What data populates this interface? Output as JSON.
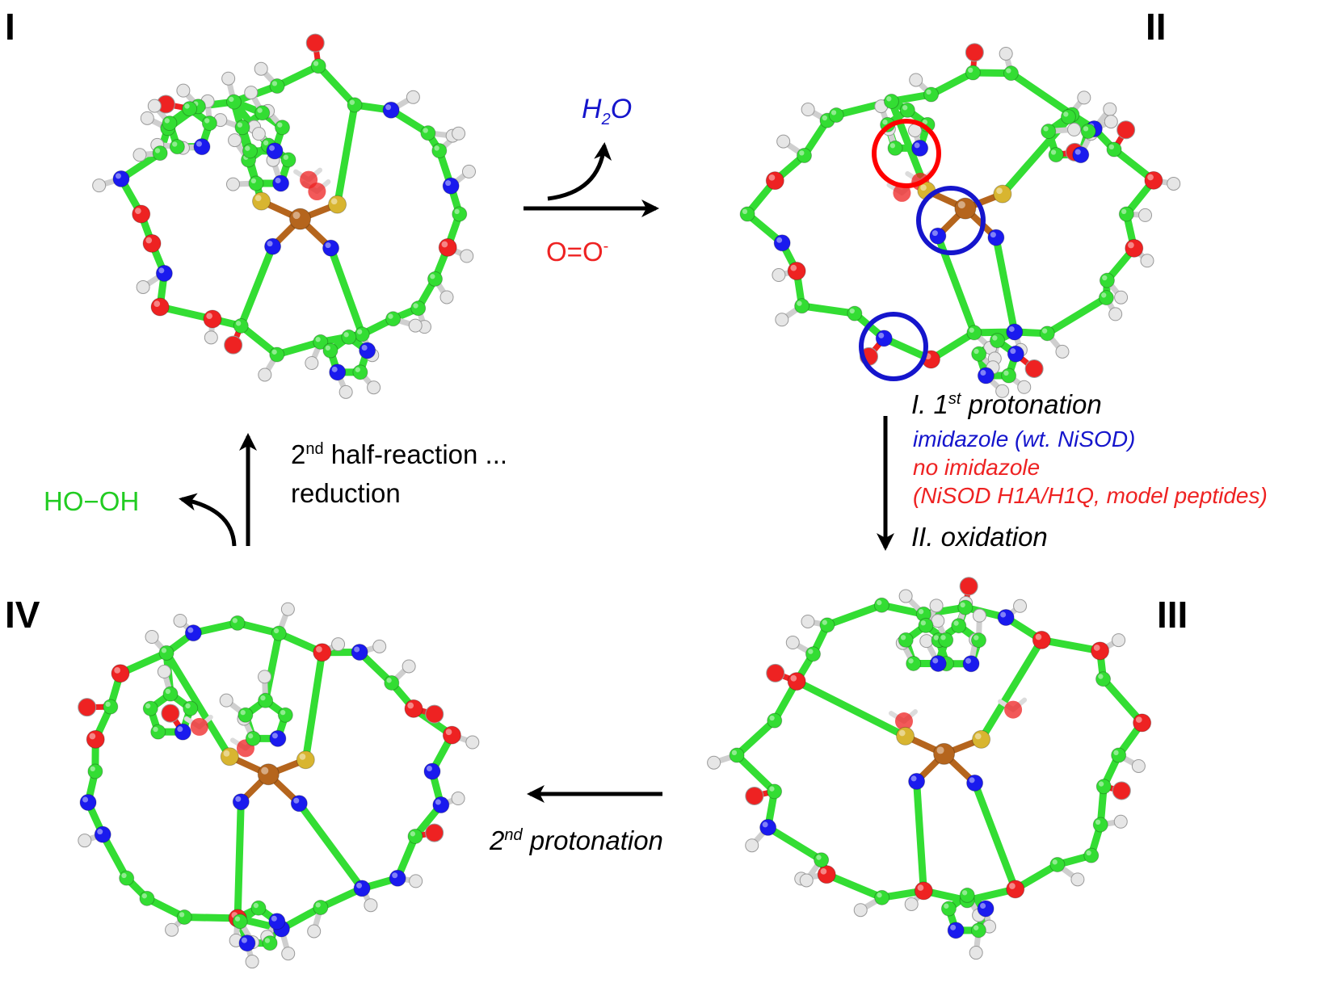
{
  "states": {
    "s1": {
      "label": "I"
    },
    "s2": {
      "label": "II"
    },
    "s3": {
      "label": "III"
    },
    "s4": {
      "label": "IV"
    }
  },
  "step1": {
    "product": "H",
    "product_sub": "2",
    "product_tail": "O",
    "reactant": "O=O",
    "reactant_sup": "-"
  },
  "step2": {
    "line1_a": "I. 1",
    "line1_sup": "st",
    "line1_b": " protonation",
    "line2": "imidazole (wt. NiSOD)",
    "line3": "no imidazole",
    "line4": "(NiSOD H1A/H1Q, model peptides)",
    "line5": "II. oxidation"
  },
  "step3": {
    "a": "2",
    "sup": "nd",
    "b": " protonation"
  },
  "step4": {
    "a": "2",
    "sup": "nd",
    "b": " half-reaction ...",
    "line2": "reduction",
    "product": "HO−OH"
  },
  "colors": {
    "carbon": "#33dd33",
    "nitrogen": "#1a1aee",
    "oxygen": "#ee2222",
    "hydrogen": "#e6e6e6",
    "sulfur": "#d8b530",
    "nickel": "#b5651d",
    "highlight_red": "#ff0000",
    "highlight_blue": "#1515cc",
    "product_green": "#22cc22"
  }
}
